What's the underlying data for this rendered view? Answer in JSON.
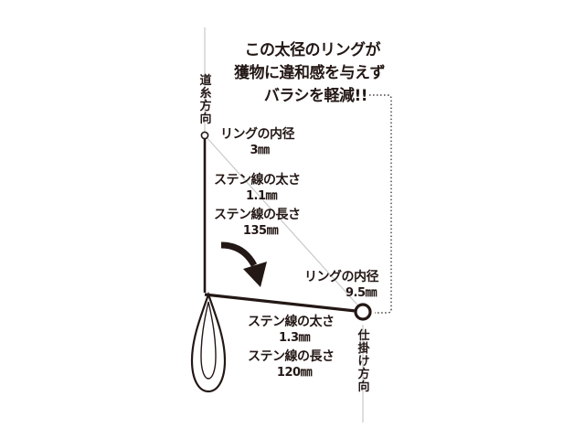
{
  "headline": {
    "line1": "この太径のリングが",
    "line2": "獲物に違和感を与えず",
    "line3": "バラシを軽減!!"
  },
  "directions": {
    "line_direction": "道糸方向",
    "rig_direction": "仕掛け方向"
  },
  "upper_ring": {
    "label": "リングの内径",
    "value": "3㎜"
  },
  "upper_wire": {
    "thickness_label": "ステン線の太さ",
    "thickness_value": "1.1㎜",
    "length_label": "ステン線の長さ",
    "length_value": "135㎜"
  },
  "lower_ring": {
    "label": "リングの内径",
    "value": "9.5㎜"
  },
  "lower_wire": {
    "thickness_label": "ステン線の太さ",
    "thickness_value": "1.3㎜",
    "length_label": "ステン線の長さ",
    "length_value": "120㎜"
  },
  "colors": {
    "ink": "#231815",
    "guide_line": "#c9c9c9",
    "background": "#ffffff"
  }
}
